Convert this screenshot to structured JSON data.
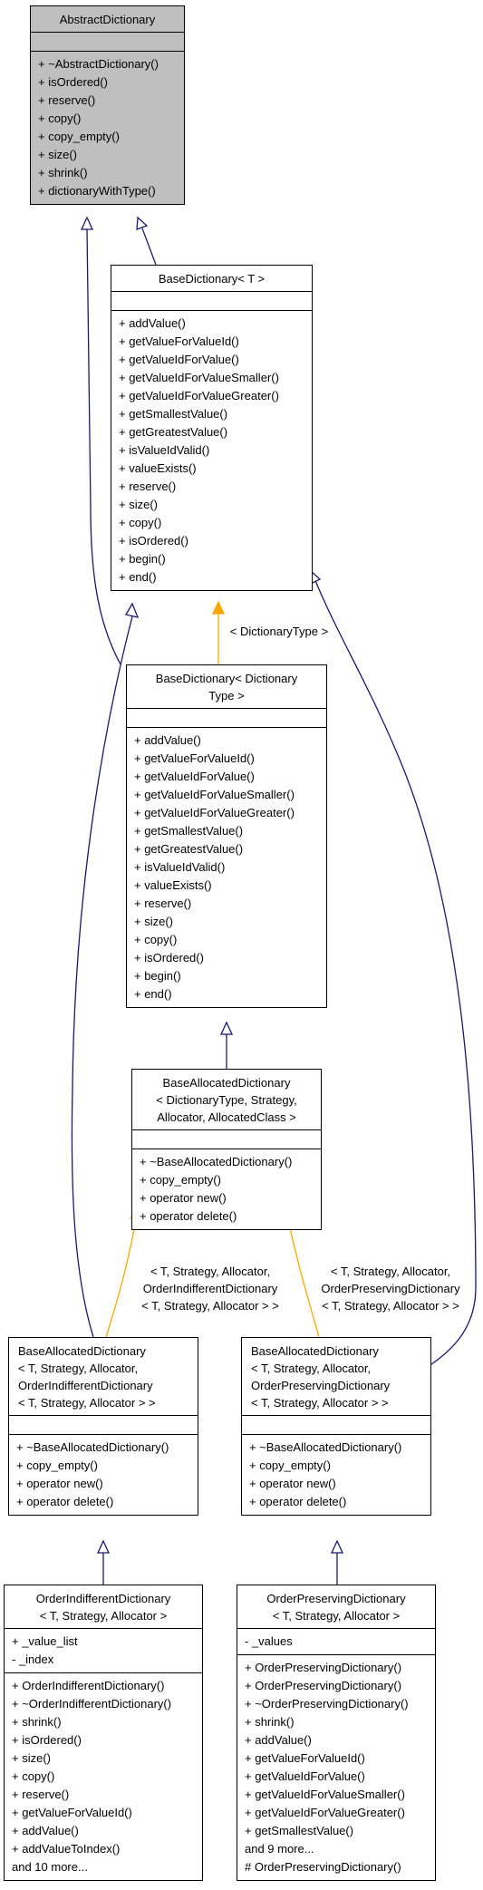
{
  "classes": [
    {
      "id": "abstract",
      "name": "AbstractDictionary",
      "shaded": true,
      "attributes": [],
      "operations": [
        "+ ~AbstractDictionary()",
        "+ isOrdered()",
        "+ reserve()",
        "+ copy()",
        "+ copy_empty()",
        "+ size()",
        "+ shrink()",
        "+ dictionaryWithType()"
      ]
    },
    {
      "id": "base_t",
      "name": "BaseDictionary< T >",
      "shaded": false,
      "attributes": [],
      "operations": [
        "+ addValue()",
        "+ getValueForValueId()",
        "+ getValueIdForValue()",
        "+ getValueIdForValueSmaller()",
        "+ getValueIdForValueGreater()",
        "+ getSmallestValue()",
        "+ getGreatestValue()",
        "+ isValueIdValid()",
        "+ valueExists()",
        "+ reserve()",
        "+ size()",
        "+ copy()",
        "+ isOrdered()",
        "+ begin()",
        "+ end()"
      ]
    },
    {
      "id": "base_dt",
      "name": "BaseDictionary< Dictionary\nType >",
      "shaded": false,
      "attributes": [],
      "operations": [
        "+ addValue()",
        "+ getValueForValueId()",
        "+ getValueIdForValue()",
        "+ getValueIdForValueSmaller()",
        "+ getValueIdForValueGreater()",
        "+ getSmallestValue()",
        "+ getGreatestValue()",
        "+ isValueIdValid()",
        "+ valueExists()",
        "+ reserve()",
        "+ size()",
        "+ copy()",
        "+ isOrdered()",
        "+ begin()",
        "+ end()"
      ]
    },
    {
      "id": "alloc_generic",
      "name": "BaseAllocatedDictionary\n< DictionaryType, Strategy,\nAllocator, AllocatedClass >",
      "shaded": false,
      "attributes": [],
      "operations": [
        "+ ~BaseAllocatedDictionary()",
        "+ copy_empty()",
        "+ operator new()",
        "+ operator delete()"
      ]
    },
    {
      "id": "alloc_indiff",
      "name": "BaseAllocatedDictionary\n< T, Strategy, Allocator,\nOrderIndifferentDictionary\n< T, Strategy, Allocator > >",
      "shaded": false,
      "attributes": [],
      "operations": [
        "+ ~BaseAllocatedDictionary()",
        "+ copy_empty()",
        "+ operator new()",
        "+ operator delete()"
      ]
    },
    {
      "id": "alloc_pres",
      "name": "BaseAllocatedDictionary\n< T, Strategy, Allocator,\nOrderPreservingDictionary\n< T, Strategy, Allocator > >",
      "shaded": false,
      "attributes": [],
      "operations": [
        "+ ~BaseAllocatedDictionary()",
        "+ copy_empty()",
        "+ operator new()",
        "+ operator delete()"
      ]
    },
    {
      "id": "indiff",
      "name": "OrderIndifferentDictionary\n< T, Strategy, Allocator >",
      "shaded": false,
      "attributes": [
        "+ _value_list",
        "- _index"
      ],
      "operations": [
        "+ OrderIndifferentDictionary()",
        "+ ~OrderIndifferentDictionary()",
        "+ shrink()",
        "+ isOrdered()",
        "+ size()",
        "+ copy()",
        "+ reserve()",
        "+ getValueForValueId()",
        "+ addValue()",
        "+ addValueToIndex()",
        "and 10 more..."
      ]
    },
    {
      "id": "pres",
      "name": "OrderPreservingDictionary\n< T, Strategy, Allocator >",
      "shaded": false,
      "attributes": [
        "- _values"
      ],
      "operations": [
        "+ OrderPreservingDictionary()",
        "+ OrderPreservingDictionary()",
        "+ ~OrderPreservingDictionary()",
        "+ shrink()",
        "+ addValue()",
        "+ getValueForValueId()",
        "+ getValueIdForValue()",
        "+ getValueIdForValueSmaller()",
        "+ getValueIdForValueGreater()",
        "+ getSmallestValue()",
        "and 9 more...",
        "# OrderPreservingDictionary()"
      ]
    }
  ],
  "template_labels": {
    "dictionary_type": "< DictionaryType >",
    "indifferent": "< T, Strategy, Allocator,\nOrderIndifferentDictionary\n< T, Strategy, Allocator > >",
    "preserving": "< T, Strategy, Allocator,\nOrderPreservingDictionary\n< T, Strategy, Allocator > >"
  },
  "colors": {
    "inheritance": "#191970",
    "template": "#ffa500",
    "shaded_box": "#bfbfbf"
  }
}
